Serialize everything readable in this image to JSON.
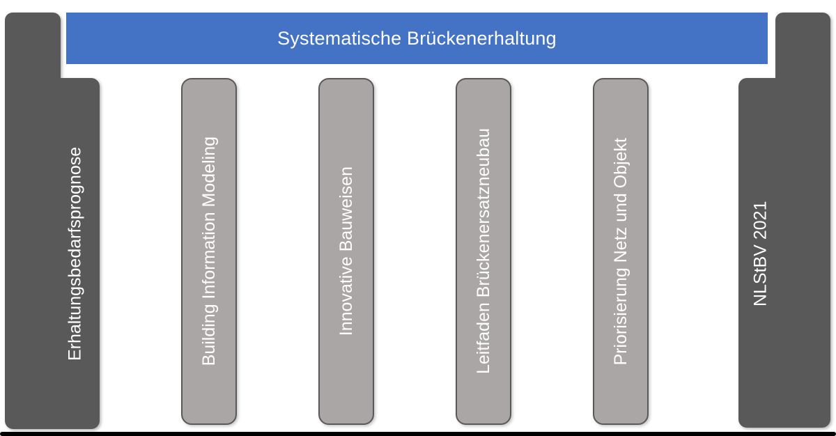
{
  "slide": {
    "title_banner": {
      "label": "Systematische Brückenerhaltung"
    },
    "pillars": [
      {
        "label": "Erhaltungsbedarfsprognose",
        "variant": "dark"
      },
      {
        "label": "Building Information Modeling",
        "variant": "light"
      },
      {
        "label": "Innovative Bauweisen",
        "variant": "light"
      },
      {
        "label": "Leitfaden Brückenersatzneubau",
        "variant": "light"
      },
      {
        "label": "Priorisierung Netz und Objekt",
        "variant": "light"
      },
      {
        "label": "NLStBV 2021",
        "variant": "dark"
      }
    ],
    "colors": {
      "banner_blue": "#4472C4",
      "dark_gray": "#595959",
      "light_gray": "#ABA6A6",
      "light_outline": "#5A5858",
      "baseline_black": "#000000",
      "text_white": "#FFFFFF"
    }
  }
}
